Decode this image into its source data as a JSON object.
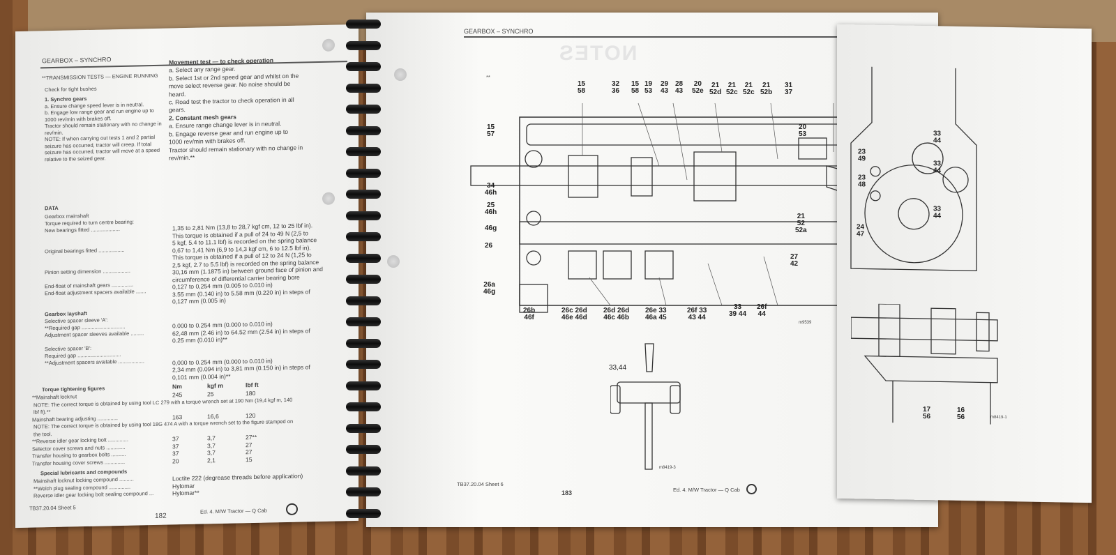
{
  "left_page": {
    "header": "GEARBOX – SYNCHRO",
    "section_title": "**TRANSMISSION TESTS — ENGINE RUNNING",
    "check": "Check for tight bushes",
    "synchro": [
      "1. Synchro gears",
      "a.  Ensure change speed lever is in neutral.",
      "b.  Engage low range gear and run engine up to",
      "     1000 rev/min with brakes off.",
      "Tractor should remain stationary with no change in",
      "rev/min.",
      "NOTE: If when carrying out tests 1 and 2 partial",
      "seizure has occurred, tractor will creep. If total",
      "seizure has occurred, tractor will move at a speed",
      "relative to the seized gear."
    ],
    "movement": [
      "Movement test — to check operation",
      "a.    Select any range gear.",
      "b.    Select 1st or 2nd speed gear and whilst on the",
      "       move select reverse gear. No noise should be",
      "       heard.",
      "c.    Road test the tractor to check operation in all",
      "       gears."
    ],
    "constant": [
      "2.  Constant mesh gears",
      "a.    Ensure range change lever is in neutral.",
      "b.    Engage reverse gear and run engine up to",
      "       1000 rev/min with brakes off.",
      "Tractor should remain stationary with no change in",
      "rev/min.**"
    ],
    "data_title": "DATA",
    "data_labels": [
      "Gearbox mainshaft",
      "  Torque required to turn centre bearing:",
      "    New bearings fitted ....................",
      "",
      "",
      "    Original bearings fitted ..................",
      "",
      "",
      "    Pinion setting dimension ...................",
      "",
      "    End-float of mainshaft gears ...............",
      "    End-float adjustment spacers available ......."
    ],
    "data_values": [
      "1,35 to 2,81 Nm (13,8 to 28,7 kgf cm, 12 to 25 lbf in).",
      "This torque is obtained if a pull of 24 to 49 N (2,5 to",
      "5 kgf, 5.4 to 11.1 lbf) is recorded on the spring balance",
      "0,67 to 1,41 Nm (6,9 to 14,3 kgf cm, 6 to 12.5 lbf in).",
      "This torque is obtained if a pull of 12 to 24 N (1,25 to",
      "2,5 kgf, 2.7 to 5.5 lbf) is recorded on the spring balance",
      "30,16 mm (1.1875 in) between ground face of pinion and",
      "circumference of differential carrier bearing bore",
      "0,127 to 0,254 mm (0.005 to 0.010 in)",
      "3.55 mm (0.140 in) to 5.58 mm (0.220 in) in steps of",
      "0,127 mm (0.005 in)"
    ],
    "layshaft_labels": [
      "Gearbox layshaft",
      "  Selective spacer sleeve 'A':",
      "**Required gap ..............................",
      "    Adjustment spacer sleeves available .........",
      "",
      "  Selective spacer 'B':",
      "    Required gap ..............................",
      "**Adjustment spacers available .................."
    ],
    "layshaft_values": [
      "0.000 to 0.254 mm (0.000 to 0.010 in)",
      "62,48 mm (2.46 in) to 64.52 mm (2.54 in) in steps of",
      "0.25 mm (0.010 in)**",
      "",
      "",
      "0,000 to 0.254 mm (0.000 to 0.010 in)",
      "2,34 mm (0.094 in) to 3,81 mm (0.150 in) in steps of",
      "0,101 mm (0.004 in)**"
    ],
    "torque_title": "Torque tightening figures",
    "torque_headers": [
      "Nm",
      "kgf m",
      "lbf ft"
    ],
    "torque_rows": [
      {
        "label": "**Mainshaft locknut",
        "nm": "245",
        "kgf": "25",
        "lbf": "180"
      },
      {
        "label": "Mainshaft bearing adjusting ..............",
        "nm": "163",
        "kgf": "16,6",
        "lbf": "120"
      },
      {
        "label": "**Reverse idler gear locking bolt ..............",
        "nm": "37",
        "kgf": "3,7",
        "lbf": "27**"
      },
      {
        "label": "Selector cover screws and nuts .............",
        "nm": "37",
        "kgf": "3,7",
        "lbf": "27"
      },
      {
        "label": "Transfer housing to gearbox bolts ..........",
        "nm": "37",
        "kgf": "3,7",
        "lbf": "27"
      },
      {
        "label": "Transfer housing cover screws ..............",
        "nm": "20",
        "kgf": "2,1",
        "lbf": "15"
      }
    ],
    "note1": [
      "NOTE: The correct torque is obtained by using tool LC 279 with a torque wrench set at 190 Nm (19,4 kgf m, 140",
      "lbf ft).**"
    ],
    "note2": [
      "NOTE: The correct torque is obtained by using tool 18G 474 A with a torque wrench set to the figure stamped on",
      "the tool."
    ],
    "lube_title": "Special lubricants and compounds",
    "lube_labels": [
      "Mainshaft locknut locking compound ..........",
      "**Welch plug sealing compound ...............",
      "Reverse idler gear locking bolt sealing compound ..."
    ],
    "lube_values": [
      "Loctite 222 (degrease threads before application)",
      "Hylomar",
      "Hylomar**"
    ],
    "footer_ref": "TB37.20.04   Sheet 5",
    "page_number": "182",
    "footer_edition": "Ed. 4.   M/W Tractor — Q Cab"
  },
  "right_page": {
    "header": "GEARBOX – SYNCHRO",
    "notes_watermark": "NOTES",
    "marker": "**",
    "top_labels": [
      "15\n58",
      "32\n36",
      "15\n58",
      "19\n53",
      "29\n43",
      "28\n43",
      "20\n52e",
      "21\n52d",
      "21\n52c",
      "21\n52c",
      "21\n52b",
      "31\n37"
    ],
    "side_labels": [
      "15\n57",
      "34\n46h",
      "25\n46h",
      "46g",
      "26",
      "26a\n46g",
      "20\n53",
      "21\n52\n52a",
      "27\n42"
    ],
    "bottom_labels": [
      "26b\n46f",
      "26c 26d\n46e 46d",
      "26d 26d\n46c 46b",
      "26e 33\n46a 45",
      "26f 33\n43 44",
      "33\n39 44",
      "26f\n44"
    ],
    "fig_code": "m9539",
    "lever_label": "33,44",
    "lever_code": "m8419-3",
    "footer_ref": "TB37.20.04   Sheet 6",
    "page_number": "183",
    "footer_edition": "Ed. 4.   M/W Tractor — Q Cab"
  },
  "foldout": {
    "labels": [
      "23\n49",
      "23\n48",
      "24\n47",
      "33\n44",
      "33\n44",
      "33\n44",
      "17\n56",
      "16\n56"
    ],
    "fig_code": "m8419-1"
  }
}
